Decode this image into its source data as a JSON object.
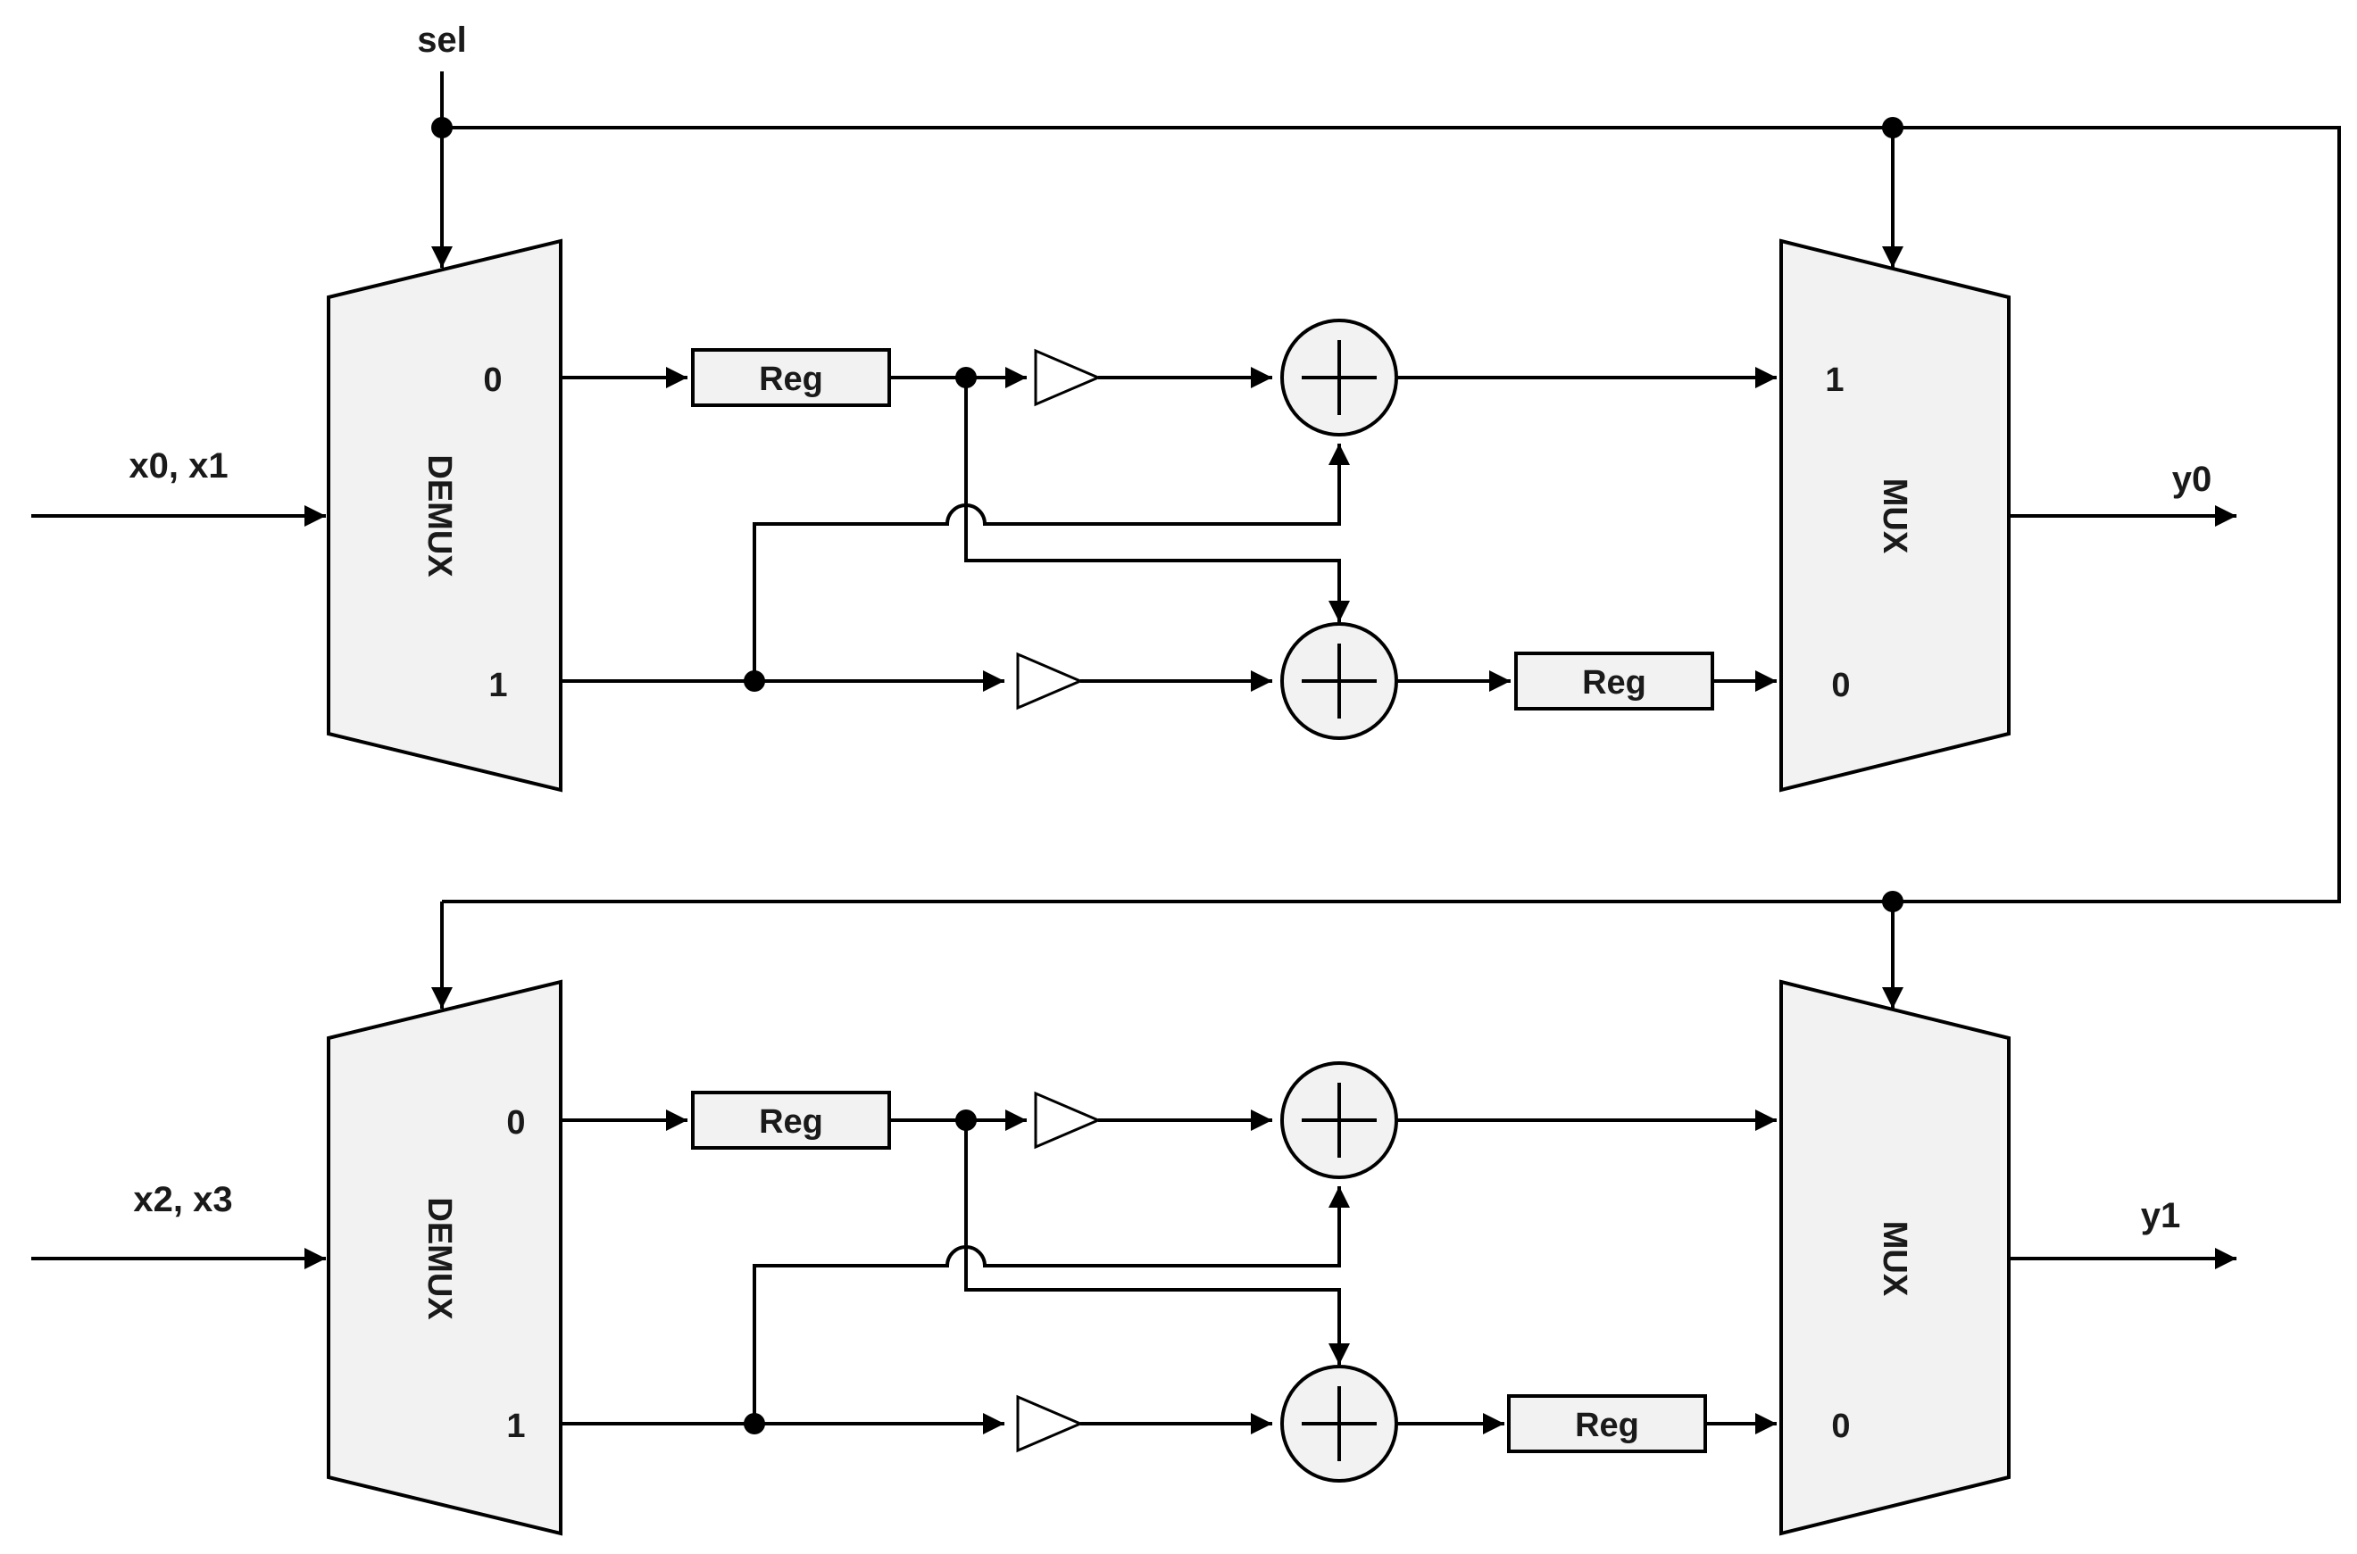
{
  "labels": {
    "sel": "sel",
    "input_top": "x0, x1",
    "input_bottom": "x2, x3",
    "output_top": "y0",
    "output_bottom": "y1"
  },
  "blocks": {
    "demux": "DEMUX",
    "mux": "MUX",
    "reg": "Reg"
  },
  "ports": {
    "zero": "0",
    "one": "1"
  }
}
